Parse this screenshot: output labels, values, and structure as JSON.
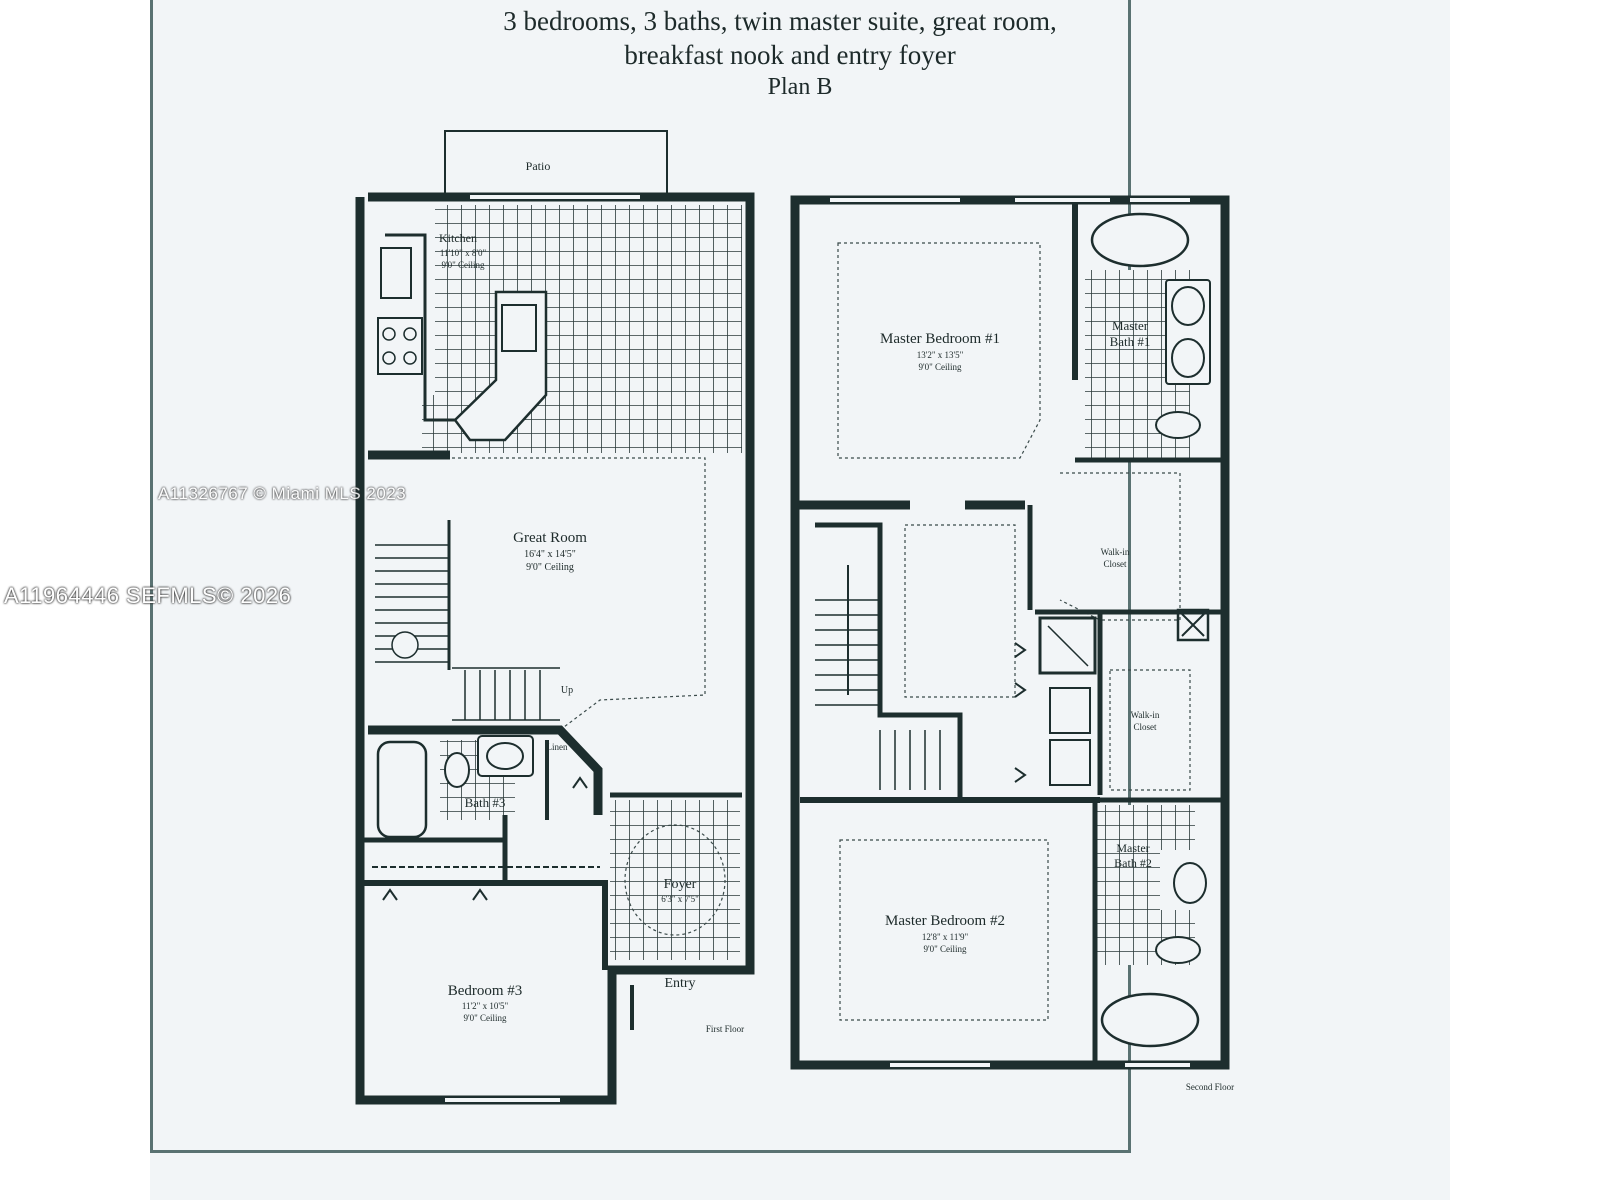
{
  "header": {
    "line1": "3 bedrooms, 3 baths, twin master suite, great room,",
    "line2": "breakfast nook and entry foyer",
    "plan": "Plan B"
  },
  "first_floor": {
    "patio": "Patio",
    "kitchen": "Kitchen",
    "kitchen_dims": "11'10\" x 8'0\"",
    "kitchen_ceiling": "9'0\" Ceiling",
    "great_room": "Great Room",
    "great_room_dims": "16'4\" x 14'5\"",
    "great_room_ceiling": "9'0\" Ceiling",
    "bath": "Bath #3",
    "foyer": "Foyer",
    "foyer_dims": "6'3\" x 7'5\"",
    "bedroom": "Bedroom #3",
    "bedroom_dims": "11'2\" x 10'5\"",
    "bedroom_ceiling": "9'0\" Ceiling",
    "entry": "Entry",
    "up": "Up",
    "linen": "Linen",
    "floor_label": "First Floor"
  },
  "second_floor": {
    "master1": "Master Bedroom #1",
    "master1_dims": "13'2\" x 13'5\"",
    "master1_ceiling": "9'0\" Ceiling",
    "master_bath1_a": "Master",
    "master_bath1_b": "Bath #1",
    "walkin1_a": "Walk-in",
    "walkin1_b": "Closet",
    "walkin2_a": "Walk-in",
    "walkin2_b": "Closet",
    "master2": "Master Bedroom #2",
    "master2_dims": "12'8\" x 11'9\"",
    "master2_ceiling": "9'0\" Ceiling",
    "master_bath2_a": "Master",
    "master_bath2_b": "Bath #2",
    "floor_label": "Second Floor"
  },
  "watermarks": {
    "primary": "A11964446  SEFMLS© 2026",
    "secondary": "A11326767 © Miami MLS 2023"
  },
  "colors": {
    "wall": "#1d2e2e",
    "paper": "#f2f5f7",
    "grid": "#2a3a3a"
  }
}
